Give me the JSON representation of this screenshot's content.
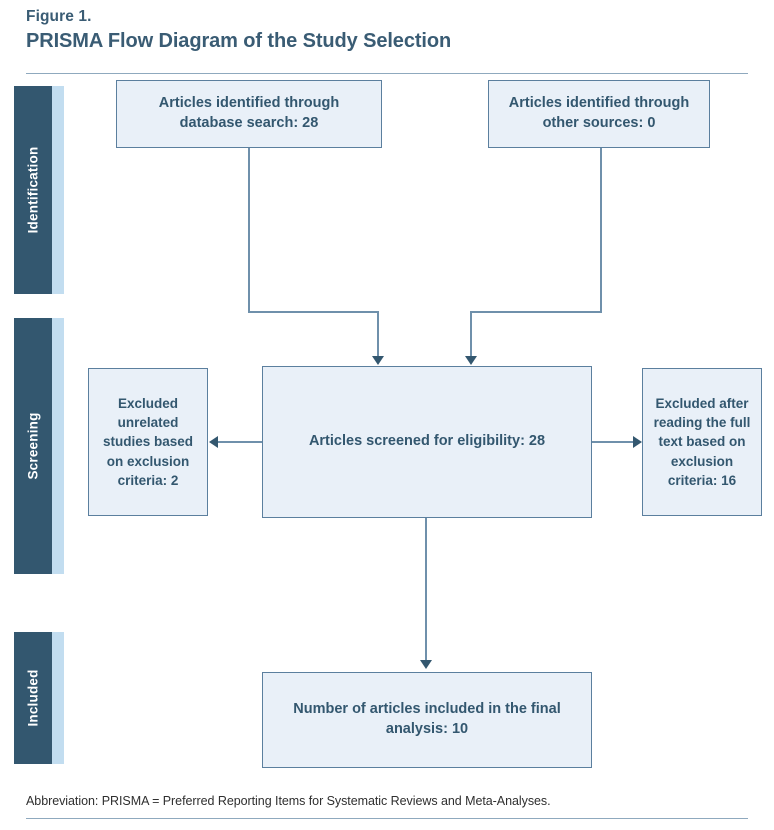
{
  "figure": {
    "number": "Figure 1.",
    "title": "PRISMA Flow Diagram of the Study Selection",
    "footnote": "Abbreviation: PRISMA = Preferred Reporting Items for Systematic Reviews and Meta-Analyses."
  },
  "colors": {
    "stage_bar": "#33576f",
    "stage_accent": "#c2ddf0",
    "box_fill": "#e9f0f8",
    "box_border": "#5b7f9e",
    "text": "#33576f",
    "connector": "#6f90ab",
    "rule": "#8fa9be"
  },
  "stages": [
    {
      "id": "identification",
      "label": "Identification"
    },
    {
      "id": "screening",
      "label": "Screening"
    },
    {
      "id": "included",
      "label": "Included"
    }
  ],
  "boxes": {
    "database_search": "Articles identified through database search: 28",
    "other_sources": "Articles identified through other sources: 0",
    "screened": "Articles screened for eligibility: 28",
    "excluded_left": "Excluded unrelated studies based on exclusion criteria: 2",
    "excluded_right": "Excluded after reading the full text based on exclusion criteria: 16",
    "included": "Number of articles included in the final analysis: 10"
  },
  "chart_data": {
    "type": "diagram",
    "title": "PRISMA Flow Diagram of the Study Selection",
    "nodes": [
      {
        "id": "database_search",
        "stage": "Identification",
        "label": "Articles identified through database search",
        "count": 28
      },
      {
        "id": "other_sources",
        "stage": "Identification",
        "label": "Articles identified through other sources",
        "count": 0
      },
      {
        "id": "screened",
        "stage": "Screening",
        "label": "Articles screened for eligibility",
        "count": 28
      },
      {
        "id": "excluded_left",
        "stage": "Screening",
        "label": "Excluded unrelated studies based on exclusion criteria",
        "count": 2
      },
      {
        "id": "excluded_right",
        "stage": "Screening",
        "label": "Excluded after reading the full text based on exclusion criteria",
        "count": 16
      },
      {
        "id": "included",
        "stage": "Included",
        "label": "Number of articles included in the final analysis",
        "count": 10
      }
    ],
    "edges": [
      {
        "from": "database_search",
        "to": "screened",
        "direction": "down"
      },
      {
        "from": "other_sources",
        "to": "screened",
        "direction": "down"
      },
      {
        "from": "screened",
        "to": "excluded_left",
        "direction": "left"
      },
      {
        "from": "screened",
        "to": "excluded_right",
        "direction": "right"
      },
      {
        "from": "screened",
        "to": "included",
        "direction": "down"
      }
    ]
  }
}
